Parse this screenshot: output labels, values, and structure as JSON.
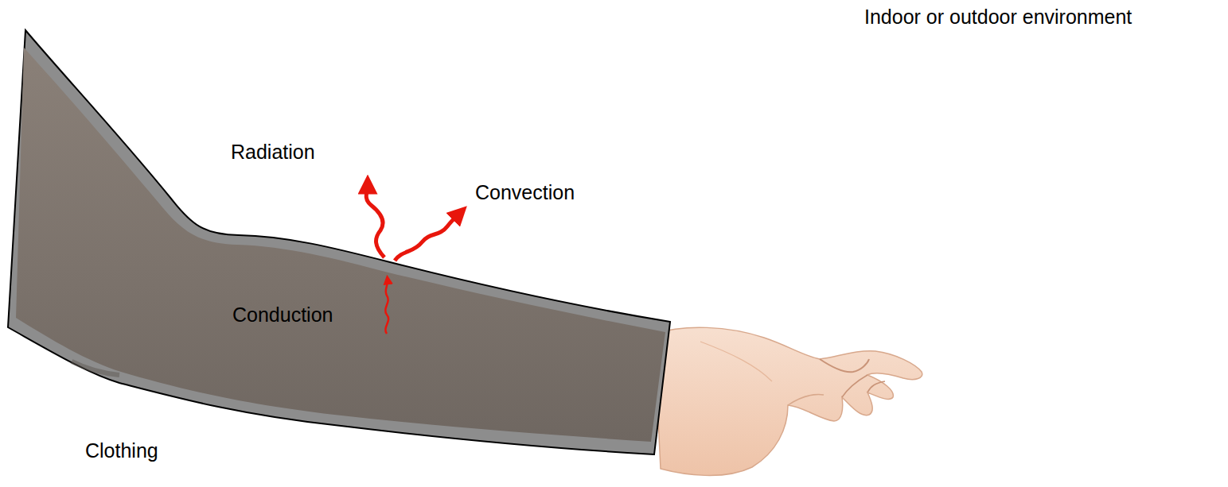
{
  "diagram": {
    "labels": [
      "Indoor or outdoor environment",
      "Radiation",
      "Convection",
      "Conduction",
      "Clothing"
    ]
  }
}
